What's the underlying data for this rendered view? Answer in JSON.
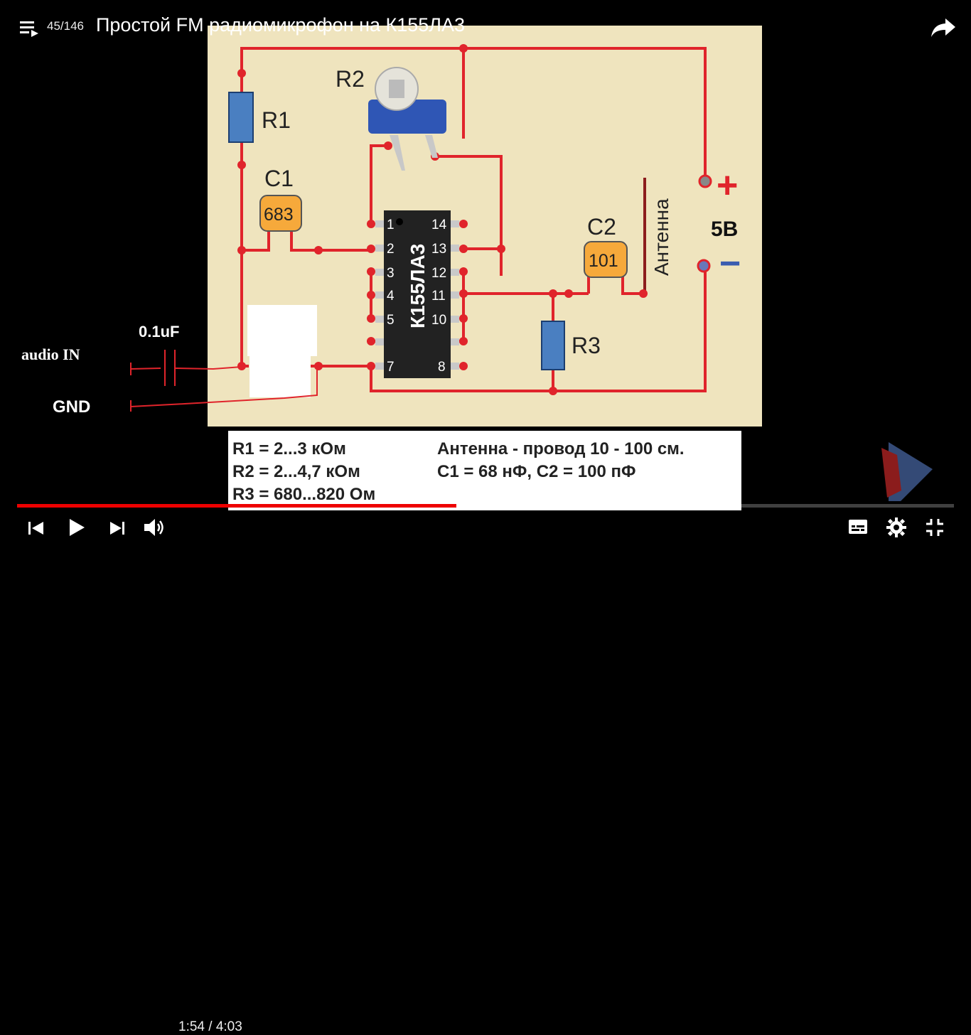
{
  "header": {
    "counter": "45/146",
    "title": "Простой FM радиомикрофон на К155ЛА3"
  },
  "circuit": {
    "r1": "R1",
    "r2": "R2",
    "r3": "R3",
    "c1": "C1",
    "c1_code": "683",
    "c2": "C2",
    "c2_code": "101",
    "chip": "К155ЛА3",
    "pins": [
      "1",
      "2",
      "3",
      "4",
      "5",
      "7",
      "8",
      "10",
      "11",
      "12",
      "13",
      "14"
    ],
    "antenna": "Антенна",
    "plus": "+",
    "minus": "−",
    "voltage": "5В",
    "note_cap": "0.1uF",
    "note_audio": "audio IN",
    "note_gnd": "GND"
  },
  "legend": {
    "line1_left": "R1 = 2...3 кОм",
    "line2_left": "R2 = 2...4,7 кОм",
    "line3_left": "R3 = 680...820 Ом",
    "line1_right": "Антенна - провод 10 - 100 см.",
    "line2_right": "С1 = 68 нФ,  С2 = 100 пФ"
  },
  "player": {
    "current_time": "1:54",
    "separator": " / ",
    "duration": "4:03",
    "progress_fraction": 0.469,
    "buffered_fraction": 0.61
  },
  "colors": {
    "wire": "#e0242b",
    "board": "#efe4be",
    "resistor": "#4a7fc1",
    "capacitor": "#f6a93b",
    "progress": "#ff0000"
  }
}
